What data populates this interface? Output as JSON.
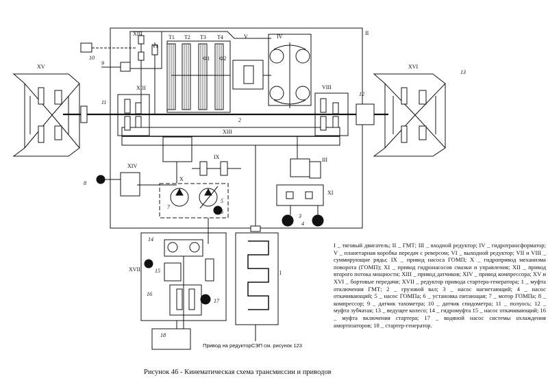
{
  "caption": "Рисунок 46 - Кинематическая схема трансмиссии и приводов",
  "drive_note": "Привод на редукторСЭП см. рисунок 123",
  "legend_text": "I _ тяговый двигатель; II _ ГМТ; III _ входной редуктор; IV _ гидротрансформатор; V _ планетарная коробка передач с реверсом; VI _ выходной редуктор; VII и VIII _ суммирующие ряды; IX _ привод насоса ГОМП; X _ гидропривод механизма поворота (ГОМП); XI _ привод гидронасосов смазки и управления; XII _ привод второго потока мощности; XIII _ привод датчиков; XIV _ привод компрессора; XV и XVI _ бортовые передачи; XVII _ редуктор привода стартера-генератора; 1 _ муфта отключения ГМТ; 2 _ грузовой вал; 3 _ насос нагнетающий; 4 _ насос откачивающий; 5 _ насос ГОМПа; 6 _ установка питающая; 7 _ мотор ГОМПа; 8 _ компрессор; 9 _ датчик тахометра; 10 _ датчик спидометра; 11 _ полуось; 12 _ муфта зубчатая; 13 _ ведущее колесо; 14 _ гидромуфта 15 _ насос откачивающий; 16 _ муфта включения стартера; 17 _ водяной насос системы охлаждения амортизаторов; 18 _ стартер-генератор.",
  "unit_labels": {
    "I": "I",
    "II": "II",
    "III": "III",
    "IV": "IV",
    "V": "V",
    "VI": "VI",
    "VIII": "VIII",
    "IX": "IX",
    "X": "X",
    "XI": "XI",
    "XIII_a": "XIII",
    "XIII_b": "XIII",
    "XIII_c": "XIII",
    "XIV": "XIV",
    "XV": "XV",
    "XVI": "XVI",
    "XVII": "XVII"
  },
  "gear_labels": {
    "T1": "T1",
    "T2": "T2",
    "T3": "T3",
    "T4": "T4",
    "F1": "Ф1",
    "F2": "Ф2"
  },
  "part_numbers": {
    "n1": "1",
    "n2": "2",
    "n3": "3",
    "n4": "4",
    "n5": "5",
    "n6": "6",
    "n7": "7",
    "n8": "8",
    "n9": "9",
    "n10": "10",
    "n11": "11",
    "n12": "12",
    "n13": "13",
    "n14": "14",
    "n15": "15",
    "n16": "16",
    "n17": "17",
    "n18": "18"
  }
}
